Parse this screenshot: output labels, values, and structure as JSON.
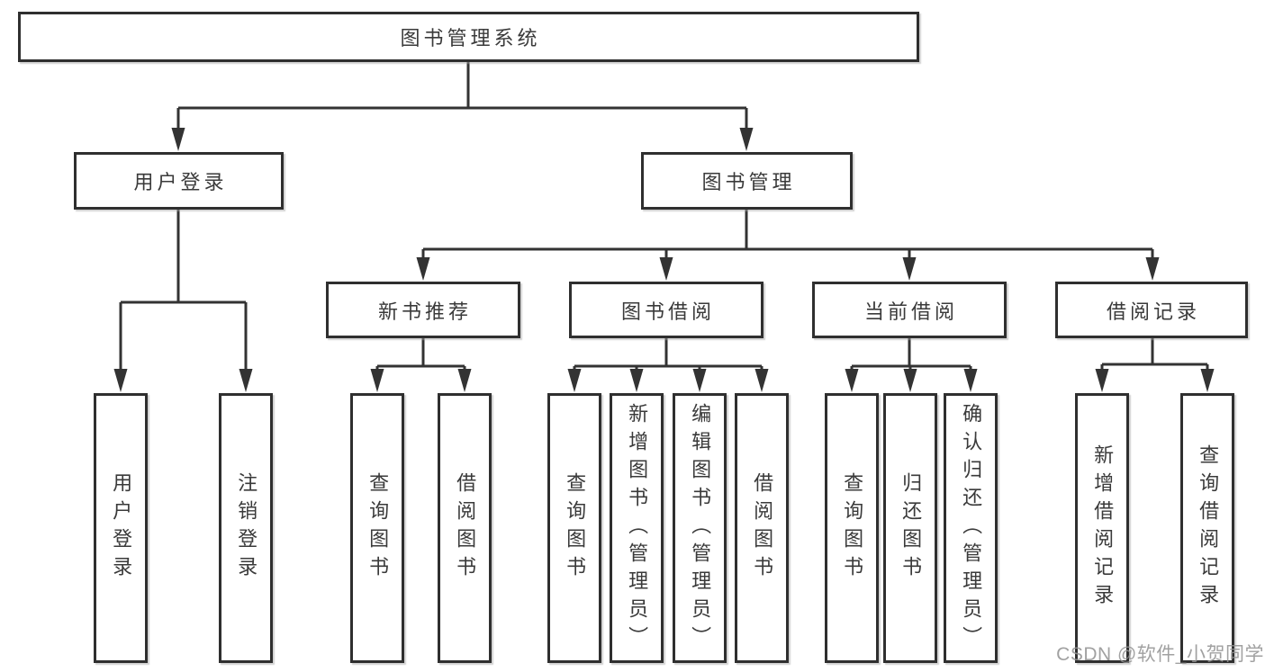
{
  "diagram_type": "hierarchy-tree",
  "tree": {
    "root": "图书管理系统",
    "children": [
      {
        "label": "用户登录",
        "leaves": [
          "用户登录",
          "注销登录"
        ]
      },
      {
        "label": "图书管理",
        "children": [
          {
            "label": "新书推荐",
            "leaves": [
              "查询图书",
              "借阅图书"
            ]
          },
          {
            "label": "图书借阅",
            "leaves": [
              "查询图书",
              "新增图书（管理员）",
              "编辑图书（管理员）",
              "借阅图书"
            ]
          },
          {
            "label": "当前借阅",
            "leaves": [
              "查询图书",
              "归还图书",
              "确认归还（管理员）"
            ]
          },
          {
            "label": "借阅记录",
            "leaves": [
              "新增借阅记录",
              "查询借阅记录"
            ]
          }
        ]
      }
    ]
  },
  "watermark": {
    "text": "CSDN @软件_小贺同学"
  },
  "colors": {
    "line": "#333333",
    "box_border": "#2f2f2f",
    "text": "#3a3a3a",
    "watermark": "#949494",
    "background": "#ffffff"
  }
}
